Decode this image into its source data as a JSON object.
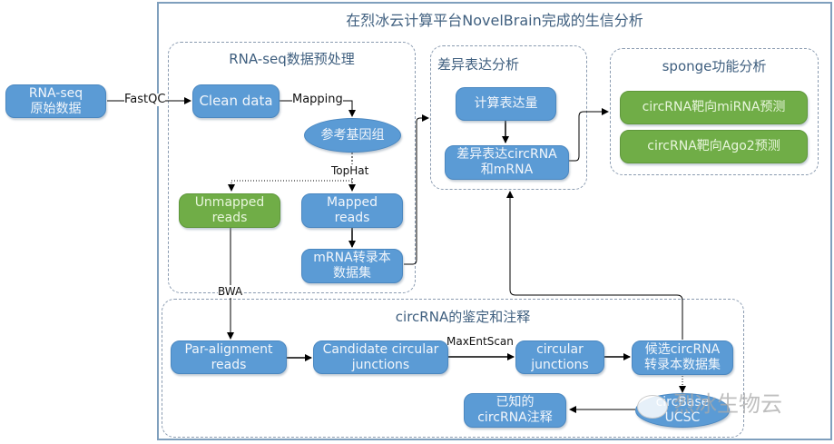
{
  "title": "在烈冰云计算平台NovelBrain完成的生信分析",
  "groups": {
    "preprocess": "RNA-seq数据预处理",
    "diff_expr": "差异表达分析",
    "sponge": "sponge功能分析",
    "circ_ident": "circRNA的鉴定和注释"
  },
  "nodes": {
    "raw_data": "RNA-seq\n原始数据",
    "clean_data": "Clean data",
    "ref_genome": "参考基因组",
    "unmapped_reads": "Unmapped\nreads",
    "mapped_reads": "Mapped\nreads",
    "mrna_dataset": "mRNA转录本\n数据集",
    "calc_expr": "计算表达量",
    "diff_circ_mrna": "差异表达circRNA\n和mRNA",
    "mirna_pred": "circRNA靶向miRNA预测",
    "ago2_pred": "circRNA靶向Ago2预测",
    "par_align": "Par-alignment\nreads",
    "cand_junctions": "Candidate circular\njunctions",
    "circ_junctions": "circular\njunctions",
    "cand_circ_dataset": "候选circRNA\n转录本数据集",
    "db_ucsc": "circBase\nUCSC",
    "known_annot": "已知的\ncircRNA注释"
  },
  "edge_labels": {
    "fastqc": "FastQC",
    "mapping": "Mapping",
    "tophat": "TopHat",
    "bwa": "BWA",
    "maxentscan": "MaxEntScan"
  },
  "watermark": "烈冰生物云",
  "colors": {
    "blue_node": "#5b9bd5",
    "green_node": "#70ad47",
    "frame_border": "#7f9fbd",
    "group_title": "#3f5f7f"
  }
}
